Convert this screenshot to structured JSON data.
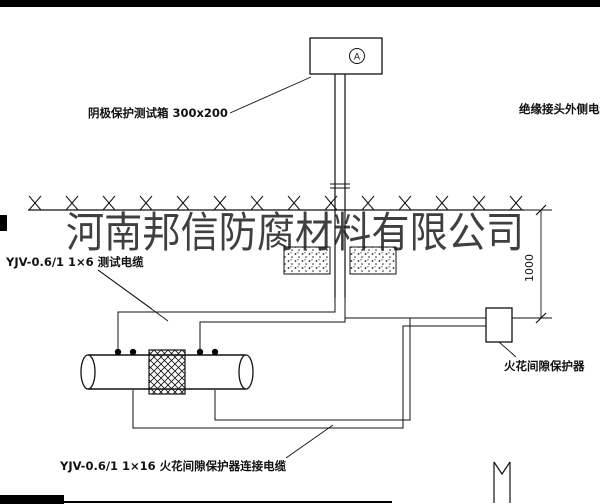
{
  "drawing": {
    "watermark": "河南邦信防腐材料有限公司",
    "labels": {
      "test_box": "阴极保护测试箱 300x200",
      "outer_cable": "绝缘接头外侧电缆",
      "test_cable": "YJV-0.6/1 1×6 测试电缆",
      "spark_protector": "火花间隙保护器",
      "connection_cable": "YJV-0.6/1 1×16 火花间隙保护器连接电缆",
      "dimension_1000": "1000",
      "meter_symbol": "A"
    },
    "colors": {
      "line": "#000000",
      "background": "#ffffff",
      "watermark": "#161616"
    }
  }
}
